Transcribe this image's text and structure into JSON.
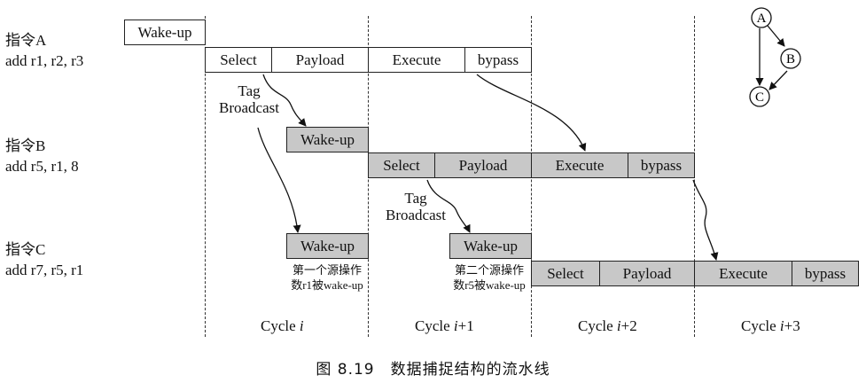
{
  "instructions": [
    {
      "name": "指令A",
      "code": "add r1, r2, r3"
    },
    {
      "name": "指令B",
      "code": "add r5, r1, 8"
    },
    {
      "name": "指令C",
      "code": "add r7, r5, r1"
    }
  ],
  "stages": {
    "wakeup": "Wake-up",
    "select": "Select",
    "payload": "Payload",
    "execute": "Execute",
    "bypass": "bypass"
  },
  "tag_broadcast": {
    "line1": "Tag",
    "line2": "Broadcast"
  },
  "notes": {
    "first": {
      "line1": "第一个源操作",
      "line2": "数r1被wake-up"
    },
    "second": {
      "line1": "第二个源操作",
      "line2": "数r5被wake-up"
    }
  },
  "cycles": [
    {
      "prefix": "Cycle ",
      "var": "i",
      "suffix": ""
    },
    {
      "prefix": "Cycle ",
      "var": "i",
      "suffix": "+1"
    },
    {
      "prefix": "Cycle ",
      "var": "i",
      "suffix": "+2"
    },
    {
      "prefix": "Cycle ",
      "var": "i",
      "suffix": "+3"
    }
  ],
  "dependency_graph": {
    "nodes": [
      "A",
      "B",
      "C"
    ]
  },
  "caption": "图 8.19　数据捕捉结构的流水线"
}
